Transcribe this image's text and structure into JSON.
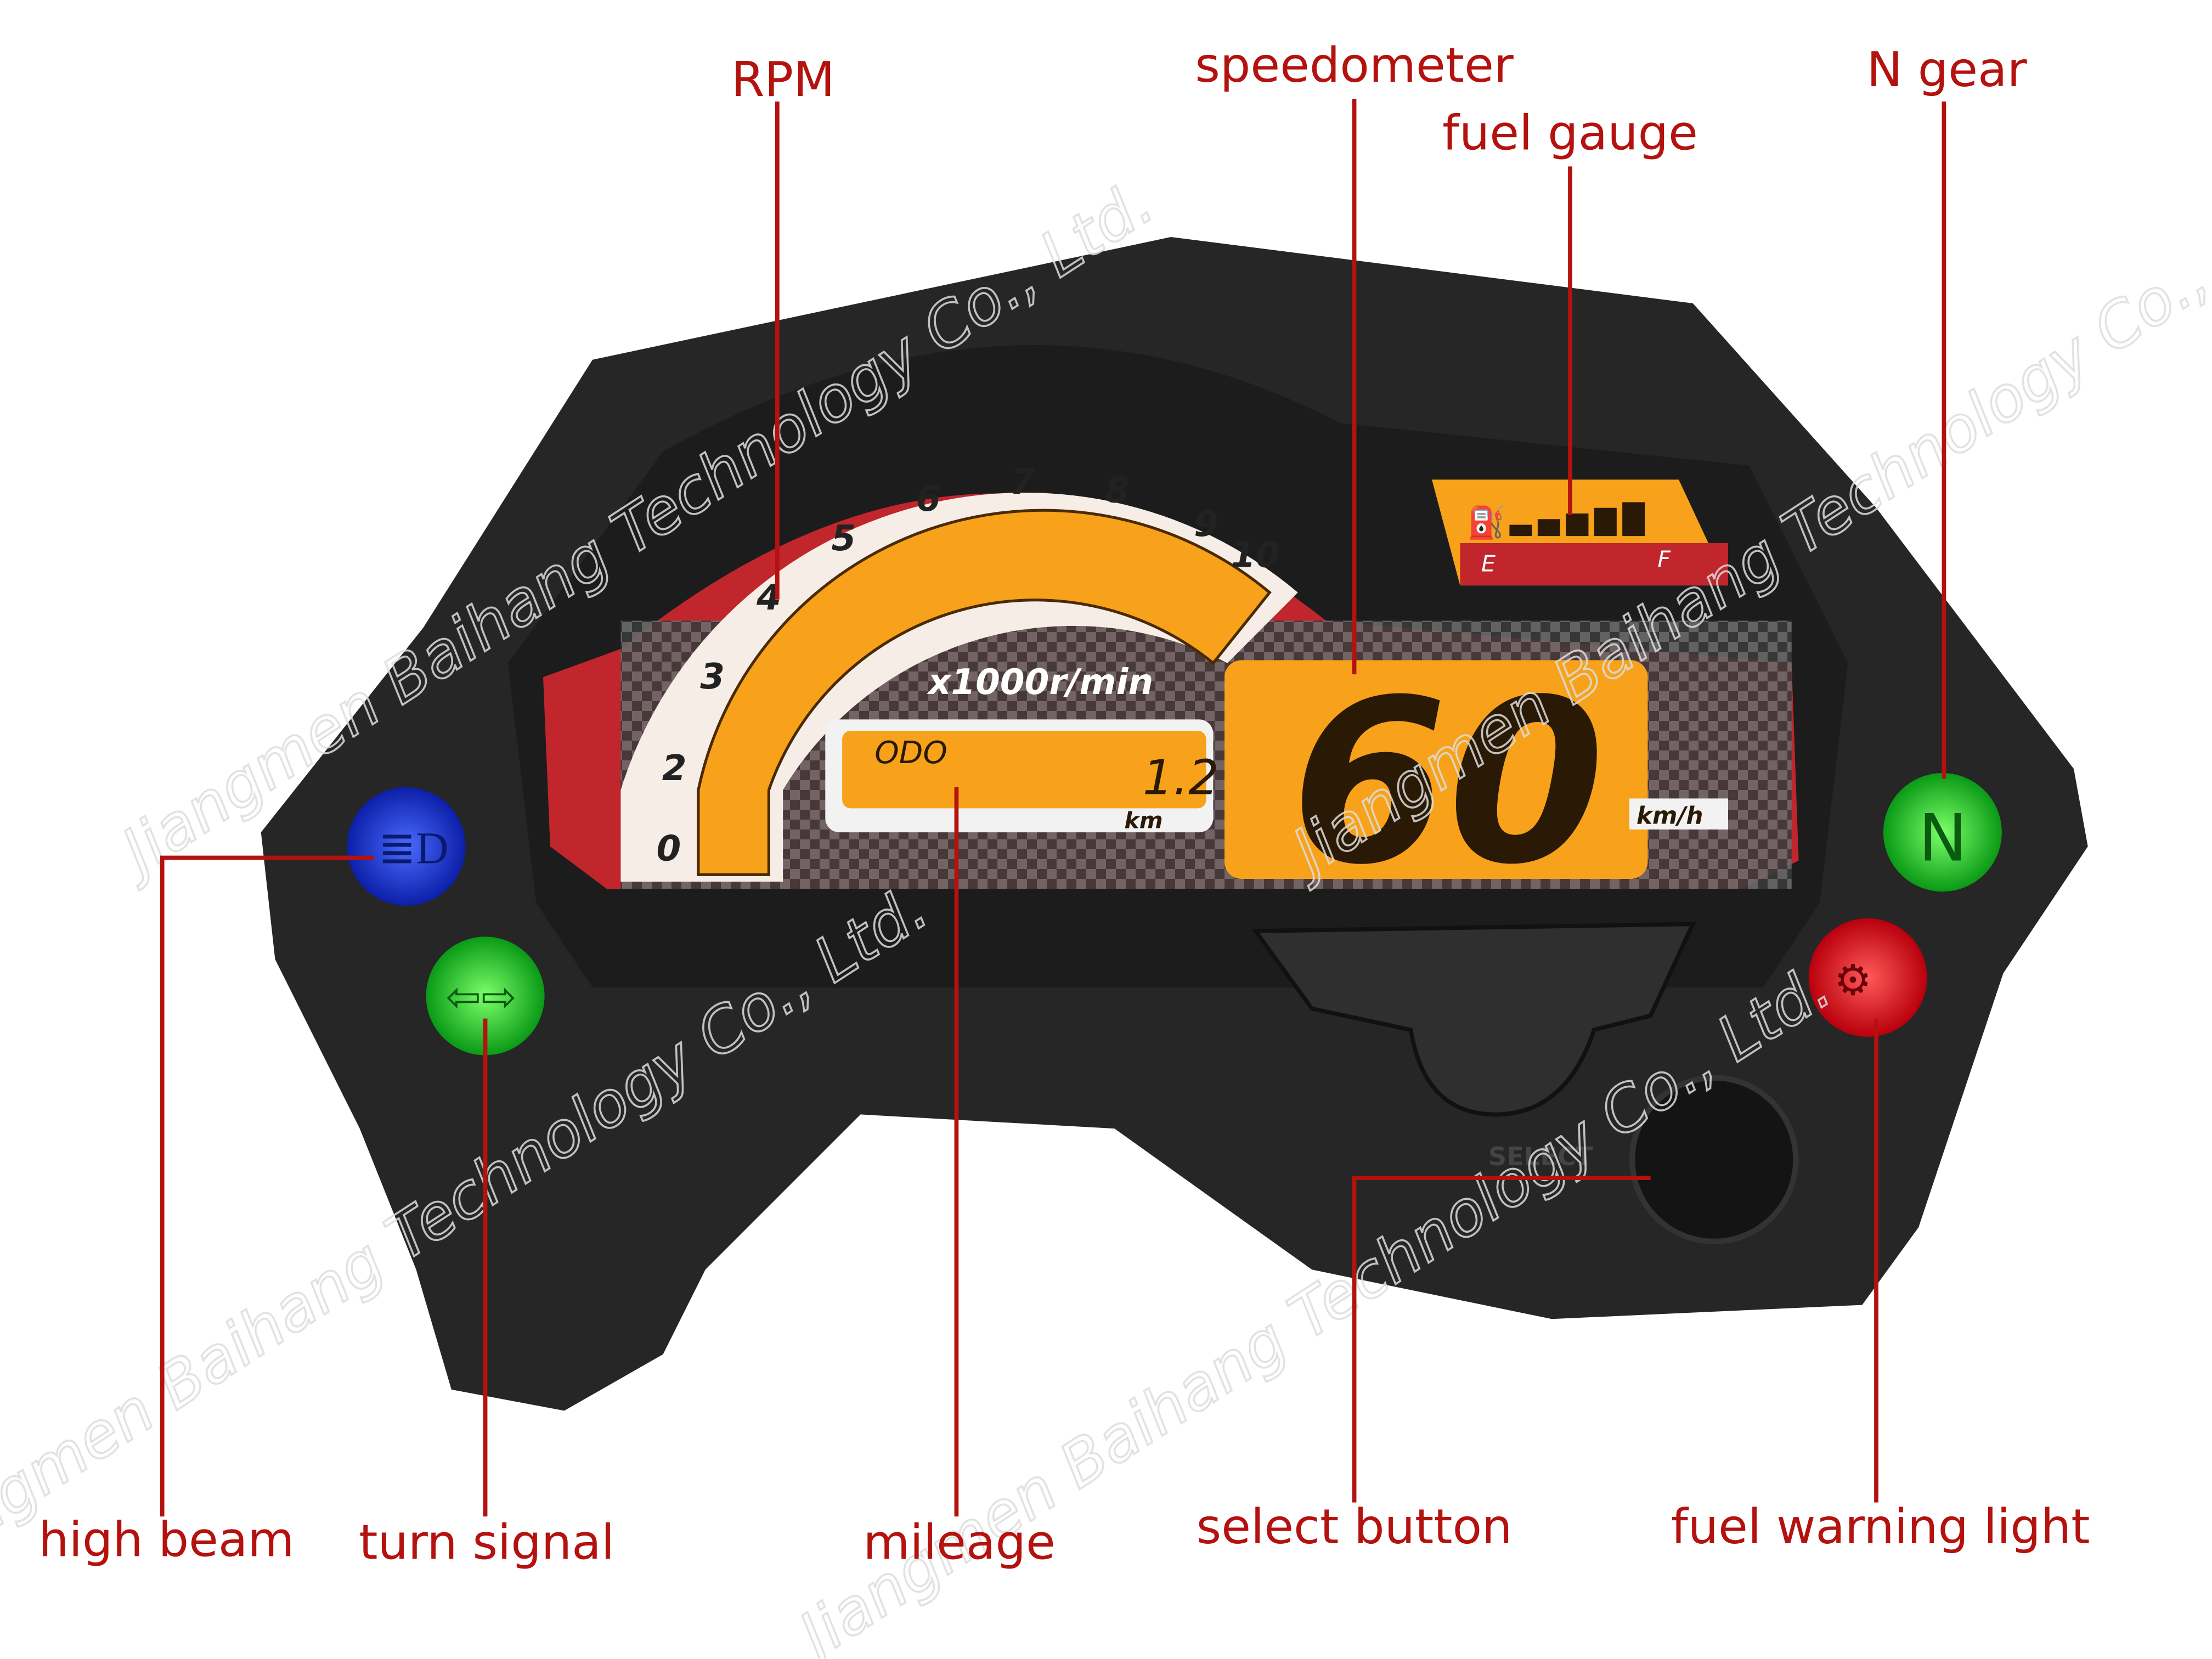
{
  "labels": {
    "rpm": "RPM",
    "speedometer": "speedometer",
    "fuel_gauge": "fuel gauge",
    "n_gear": "N gear",
    "high_beam": "high beam",
    "turn_signal": "turn signal",
    "mileage": "mileage",
    "select_button": "select button",
    "fuel_warning_light": "fuel warning light"
  },
  "dashboard": {
    "rpm_ticks": [
      "0",
      "2",
      "3",
      "4",
      "5",
      "6",
      "7",
      "8",
      "9",
      "10"
    ],
    "rpm_unit": "x1000r/min",
    "odo_label": "ODO",
    "odo_value": "1.2",
    "odo_unit": "km",
    "speed_value": "60",
    "speed_unit": "km/h",
    "fuel_empty": "E",
    "fuel_full": "F",
    "fuel_level_bars": 5,
    "select_text": "SELECT",
    "neutral_text": "N"
  },
  "colors": {
    "annotation": "#b3120f",
    "lcd": "#f7a21a",
    "high_beam": "#1a3ee0",
    "turn_signal": "#19c425",
    "neutral": "#19c425",
    "warning": "#e2121c"
  },
  "watermark": "Jiangmen Baihang Technology Co., Ltd."
}
